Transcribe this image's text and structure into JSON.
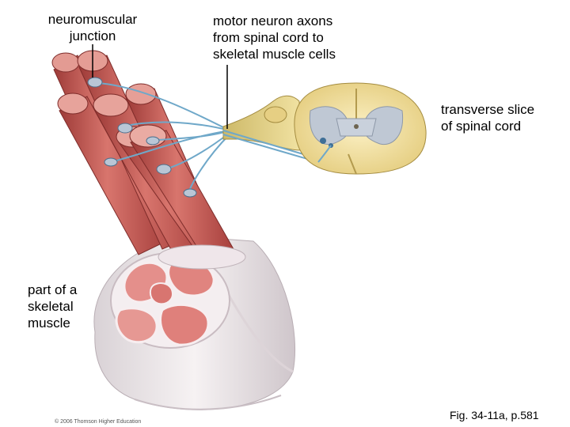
{
  "labels": {
    "neuromuscular_junction": [
      "neuromuscular",
      "junction"
    ],
    "motor_neuron_axons": [
      "motor neuron axons",
      "from spinal cord to",
      "skeletal muscle cells"
    ],
    "transverse_slice": [
      "transverse slice",
      "of spinal cord"
    ],
    "skeletal_muscle": [
      "part of a",
      "skeletal",
      "muscle"
    ]
  },
  "figure_caption": "Fig. 34-11a, p.581",
  "copyright": "© 2006 Thomson Higher Education",
  "colors": {
    "muscle_red": "#c8524f",
    "muscle_light": "#e8a49a",
    "nerve_blue": "#6fa8c9",
    "spinal_cream": "#f3e3a4",
    "gray_matter": "#bfc8d4",
    "sheath": "#ece6e8"
  }
}
